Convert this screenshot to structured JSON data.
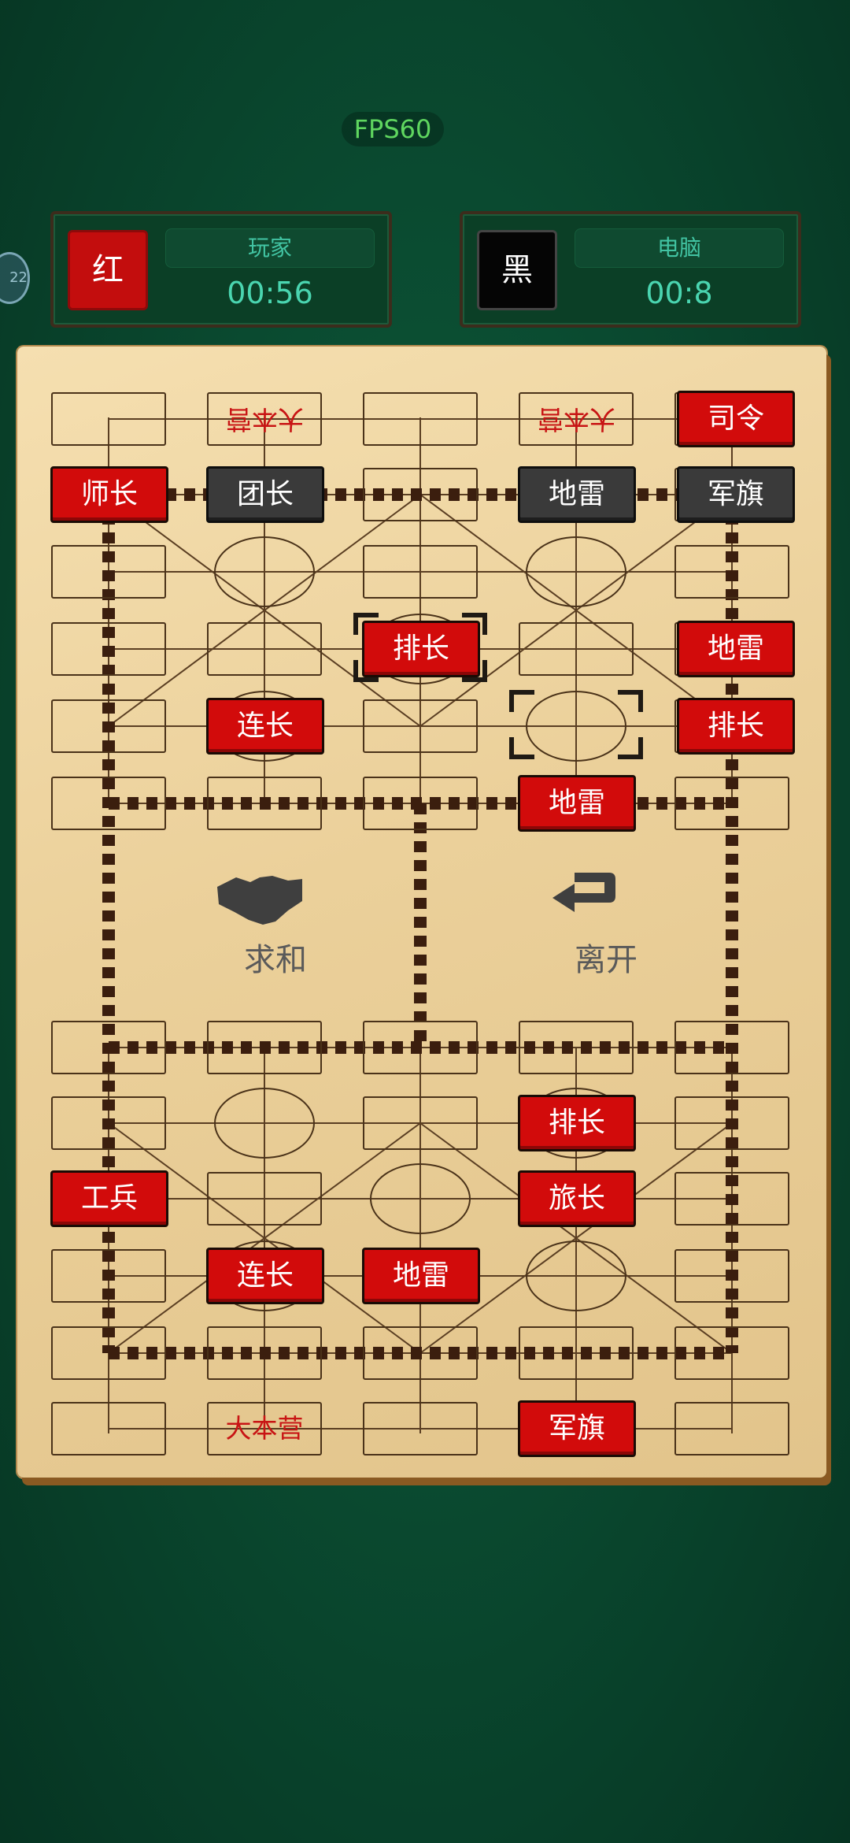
{
  "fps": "FPS60",
  "side_badge": "22",
  "players": {
    "red": {
      "chip": "红",
      "name": "玩家",
      "timer": "00:56"
    },
    "black": {
      "chip": "黑",
      "name": "电脑",
      "timer": "00:8"
    }
  },
  "board": {
    "hq_top": "大本营",
    "hq_bottom": "大本营",
    "actions": {
      "draw": "求和",
      "leave": "离开"
    },
    "pieces": {
      "top_r0_c4": "司令",
      "top_r1_c0": "师长",
      "top_r1_c1": "团长",
      "top_r1_c3": "地雷",
      "top_r1_c4": "军旗",
      "top_r3_c2": "排长",
      "top_r3_c4": "地雷",
      "top_r4_c1": "连长",
      "top_r4_c4": "排长",
      "top_r5_c3": "地雷",
      "bot_r1_c3": "排长",
      "bot_r2_c0": "工兵",
      "bot_r2_c3": "旅长",
      "bot_r3_c1": "连长",
      "bot_r3_c2": "地雷",
      "bot_r5_c3": "军旗"
    }
  }
}
